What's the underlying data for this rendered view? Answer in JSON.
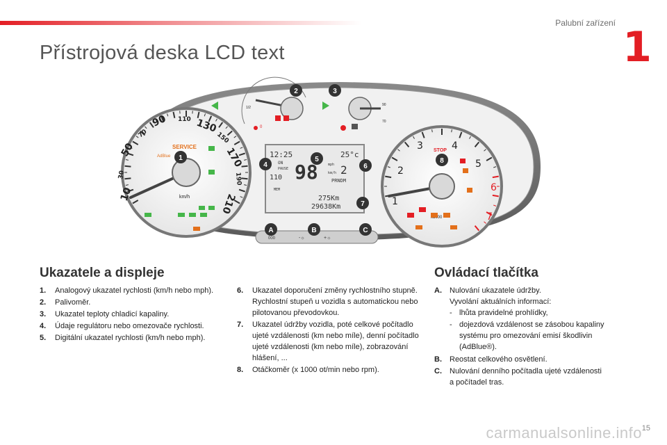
{
  "header": {
    "section": "Palubní zařízení",
    "chapter": "1",
    "title": "Přístrojová deska LCD text"
  },
  "dashboard": {
    "speedo_ticks": [
      "10",
      "30",
      "50",
      "70",
      "90",
      "110",
      "130",
      "150",
      "170",
      "190",
      "210"
    ],
    "speedo_unit": "km/h",
    "service_label": "SERVICE",
    "adblue_label": "AdBlue",
    "fuel_marks": [
      "1/2",
      "0"
    ],
    "temp_marks": [
      "90",
      "70"
    ],
    "tacho_ticks": [
      "1",
      "2",
      "3",
      "4",
      "5",
      "6",
      "7"
    ],
    "tacho_unit": "x1000",
    "stop_label": "STOP",
    "lcd": {
      "time": "12:25",
      "temp": "25°c",
      "speed": "98",
      "speed_unit_top": "mph",
      "speed_unit_bottom": "km/h",
      "gear": "2",
      "gear_strip": "PRNDM",
      "on_label": "ON",
      "pause_label": "PAUSE",
      "limit": "110",
      "mem_label": "MEM",
      "trip": "275Km",
      "odo": "29638Km"
    },
    "callouts": [
      "1",
      "2",
      "3",
      "4",
      "5",
      "6",
      "7",
      "8"
    ],
    "buttons": [
      "A",
      "B",
      "C"
    ],
    "button_labels": [
      "000",
      "-☼",
      "+☼"
    ]
  },
  "left": {
    "heading": "Ukazatele a displeje",
    "items": [
      {
        "num": "1.",
        "text": "Analogový ukazatel rychlosti (km/h nebo mph)."
      },
      {
        "num": "2.",
        "text": "Palivoměr."
      },
      {
        "num": "3.",
        "text": "Ukazatel teploty chladicí kapaliny."
      },
      {
        "num": "4.",
        "text": "Údaje regulátoru nebo omezovače rychlosti."
      },
      {
        "num": "5.",
        "text": "Digitální ukazatel rychlosti (km/h nebo mph)."
      }
    ]
  },
  "middle": {
    "items": [
      {
        "num": "6.",
        "text": "Ukazatel doporučení změny rychlostního stupně.",
        "extra": "Rychlostní stupeň u vozidla s automatickou nebo pilotovanou převodovkou."
      },
      {
        "num": "7.",
        "text": "Ukazatel údržby vozidla, poté celkové počítadlo ujeté vzdálenosti (km nebo míle), denní počítadlo ujeté vzdálenosti (km nebo míle), zobrazování hlášení, ..."
      },
      {
        "num": "8.",
        "text": "Otáčkoměr (x 1000 ot/min nebo rpm)."
      }
    ]
  },
  "right": {
    "heading": "Ovládací tlačítka",
    "a": {
      "num": "A.",
      "text": "Nulování ukazatele údržby.",
      "extra": "Vyvolání aktuálních informací:",
      "bullets": [
        "lhůta pravidelné prohlídky,",
        "dojezdová vzdálenost se zásobou kapaliny systému pro omezování emisí škodlivin (AdBlue®)."
      ]
    },
    "b": {
      "num": "B.",
      "text": "Reostat celkového osvětlení."
    },
    "c": {
      "num": "C.",
      "text": "Nulování denního počítadla ujeté vzdálenosti a počítadel tras."
    }
  },
  "footer": {
    "page": "15",
    "watermark": "carmanualsonline.info"
  }
}
